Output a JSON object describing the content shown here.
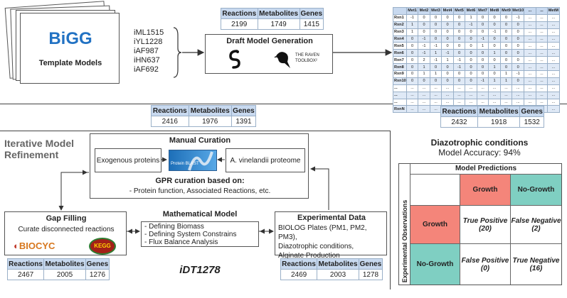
{
  "bigg": {
    "logo": "BiGG",
    "label": "Template Models",
    "models": [
      "iML1515",
      "iYL1228",
      "iAF987",
      "iHN637",
      "iAF692"
    ]
  },
  "draft": {
    "title": "Draft Model Generation",
    "raven_line1": "THE RAVEN",
    "raven_line2": "TOOLBOX²"
  },
  "table_headers": [
    "Reactions",
    "Metabolites",
    "Genes"
  ],
  "tables": {
    "draft": [
      "2199",
      "1749",
      "1415"
    ],
    "matrix": [
      "2432",
      "1918",
      "1532"
    ],
    "curation": [
      "2416",
      "1976",
      "1391"
    ],
    "gap": [
      "2467",
      "2005",
      "1276"
    ],
    "exp": [
      "2469",
      "2003",
      "1278"
    ]
  },
  "matrix": {
    "headers": [
      "",
      "Met1",
      "Met2",
      "Met3",
      "Met4",
      "Met5",
      "Met6",
      "Met7",
      "Met8",
      "Met9",
      "Met10",
      "...",
      "...",
      "MetM"
    ],
    "rows": [
      [
        "Rxn1",
        "-1",
        "0",
        "0",
        "0",
        "0",
        "1",
        "0",
        "0",
        "0",
        "-1",
        "...",
        "...",
        "..."
      ],
      [
        "Rxn2",
        "1",
        "0",
        "0",
        "0",
        "0",
        "-1",
        "0",
        "0",
        "0",
        "0",
        "...",
        "...",
        "..."
      ],
      [
        "Rxn3",
        "1",
        "0",
        "0",
        "0",
        "0",
        "0",
        "0",
        "-1",
        "0",
        "0",
        "...",
        "...",
        "..."
      ],
      [
        "Rxn4",
        "0",
        "-1",
        "0",
        "0",
        "0",
        "0",
        "-1",
        "0",
        "0",
        "0",
        "...",
        "...",
        "..."
      ],
      [
        "Rxn5",
        "0",
        "-1",
        "-1",
        "0",
        "0",
        "0",
        "1",
        "0",
        "0",
        "0",
        "...",
        "...",
        "..."
      ],
      [
        "Rxn6",
        "0",
        "-1",
        "1",
        "-1",
        "0",
        "0",
        "0",
        "1",
        "0",
        "0",
        "...",
        "...",
        "..."
      ],
      [
        "Rxn7",
        "0",
        "2",
        "-1",
        "1",
        "-1",
        "0",
        "0",
        "0",
        "0",
        "0",
        "...",
        "...",
        "..."
      ],
      [
        "Rxn8",
        "0",
        "1",
        "0",
        "0",
        "-1",
        "0",
        "0",
        "1",
        "0",
        "0",
        "...",
        "...",
        "..."
      ],
      [
        "Rxn9",
        "0",
        "1",
        "1",
        "0",
        "0",
        "0",
        "0",
        "0",
        "1",
        "-1",
        "...",
        "...",
        "..."
      ],
      [
        "Rxn10",
        "0",
        "0",
        "0",
        "0",
        "0",
        "0",
        "-1",
        "1",
        "1",
        "0",
        "...",
        "...",
        "..."
      ],
      [
        "...",
        "...",
        "...",
        "...",
        "...",
        "...",
        "...",
        "...",
        "...",
        "...",
        "...",
        "...",
        "...",
        "..."
      ],
      [
        "...",
        "...",
        "...",
        "...",
        "...",
        "...",
        "...",
        "...",
        "...",
        "...",
        "...",
        "...",
        "...",
        "..."
      ],
      [
        "...",
        "...",
        "...",
        "...",
        "...",
        "...",
        "...",
        "...",
        "...",
        "...",
        "...",
        "...",
        "...",
        "..."
      ],
      [
        "RxnN",
        "...",
        "...",
        "...",
        "...",
        "...",
        "...",
        "...",
        "...",
        "...",
        "...",
        "...",
        "...",
        "..."
      ]
    ]
  },
  "iterative": {
    "line1": "Iterative Model",
    "line2": "Refinement"
  },
  "curation": {
    "title": "Manual Curation",
    "left": "Exogenous proteins",
    "blast": "Protein BLAST",
    "right": "A. vinelandii proteome",
    "gpr_title": "GPR curation based on:",
    "gpr_detail": "- Protein function, Associated Reactions, etc."
  },
  "gap": {
    "title": "Gap Filling",
    "text": "Curate disconnected reactions",
    "biocyc": "BIOCYC",
    "kegg": "KEGG"
  },
  "math": {
    "title": "Mathematical Model",
    "items": [
      "- Defining Biomass",
      "- Defining System Constrains",
      "- Flux Balance Analysis"
    ]
  },
  "exp": {
    "title": "Experimental Data",
    "lines": [
      "BIOLOG Plates (PM1, PM2, PM3),",
      "Diazotrophic conditions,",
      "Alginate Production"
    ]
  },
  "final_model": "iDT1278",
  "diazo": {
    "title": "Diazotrophic conditions",
    "accuracy": "Model Accuracy: 94%"
  },
  "predictions": {
    "title": "Model Predictions",
    "side_label": "Experimental Observations",
    "col_growth": "Growth",
    "col_nogrowth": "No-Growth",
    "row_growth": "Growth",
    "row_nogrowth": "No-Growth",
    "tp": "True Positive",
    "tp_n": "(20)",
    "fn": "False Negative",
    "fn_n": "(2)",
    "fp": "False Positive",
    "fp_n": "(0)",
    "tn": "True Negative",
    "tn_n": "(16)",
    "colors": {
      "growth": "#f4857a",
      "nogrowth": "#7fcfc2"
    }
  }
}
